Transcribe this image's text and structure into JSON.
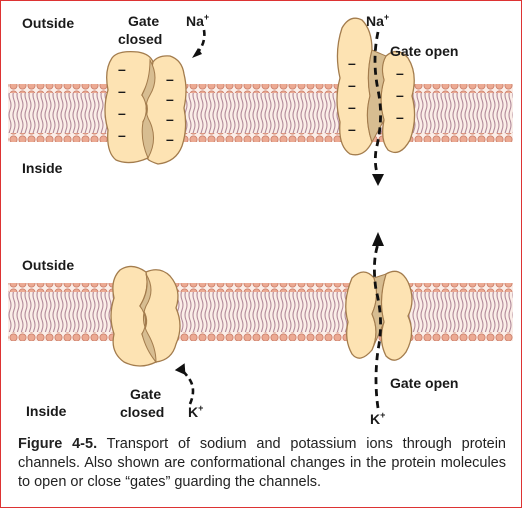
{
  "labels": {
    "outside": "Outside",
    "inside": "Inside",
    "gate_closed_line1": "Gate",
    "gate_closed_line2": "closed",
    "gate_open": "Gate open"
  },
  "ions": {
    "sodium": "Na",
    "potassium": "K",
    "charge": "+"
  },
  "charges": {
    "negative": "–"
  },
  "caption": {
    "figure_label": "Figure 4-5.",
    "text": "Transport of sodium and potassium ions through protein channels. Also shown are conformational changes in the protein molecules to open or close “gates” guarding the channels."
  },
  "colors": {
    "lipid_head": "#ecaa93",
    "lipid_tail": "#b28a9a",
    "membrane_bg": "#fbeee8",
    "protein_fill": "#fde3b3",
    "protein_outline": "#a37c4d",
    "channel_fill": "#d7bd91",
    "frame_border": "#dd3333"
  }
}
